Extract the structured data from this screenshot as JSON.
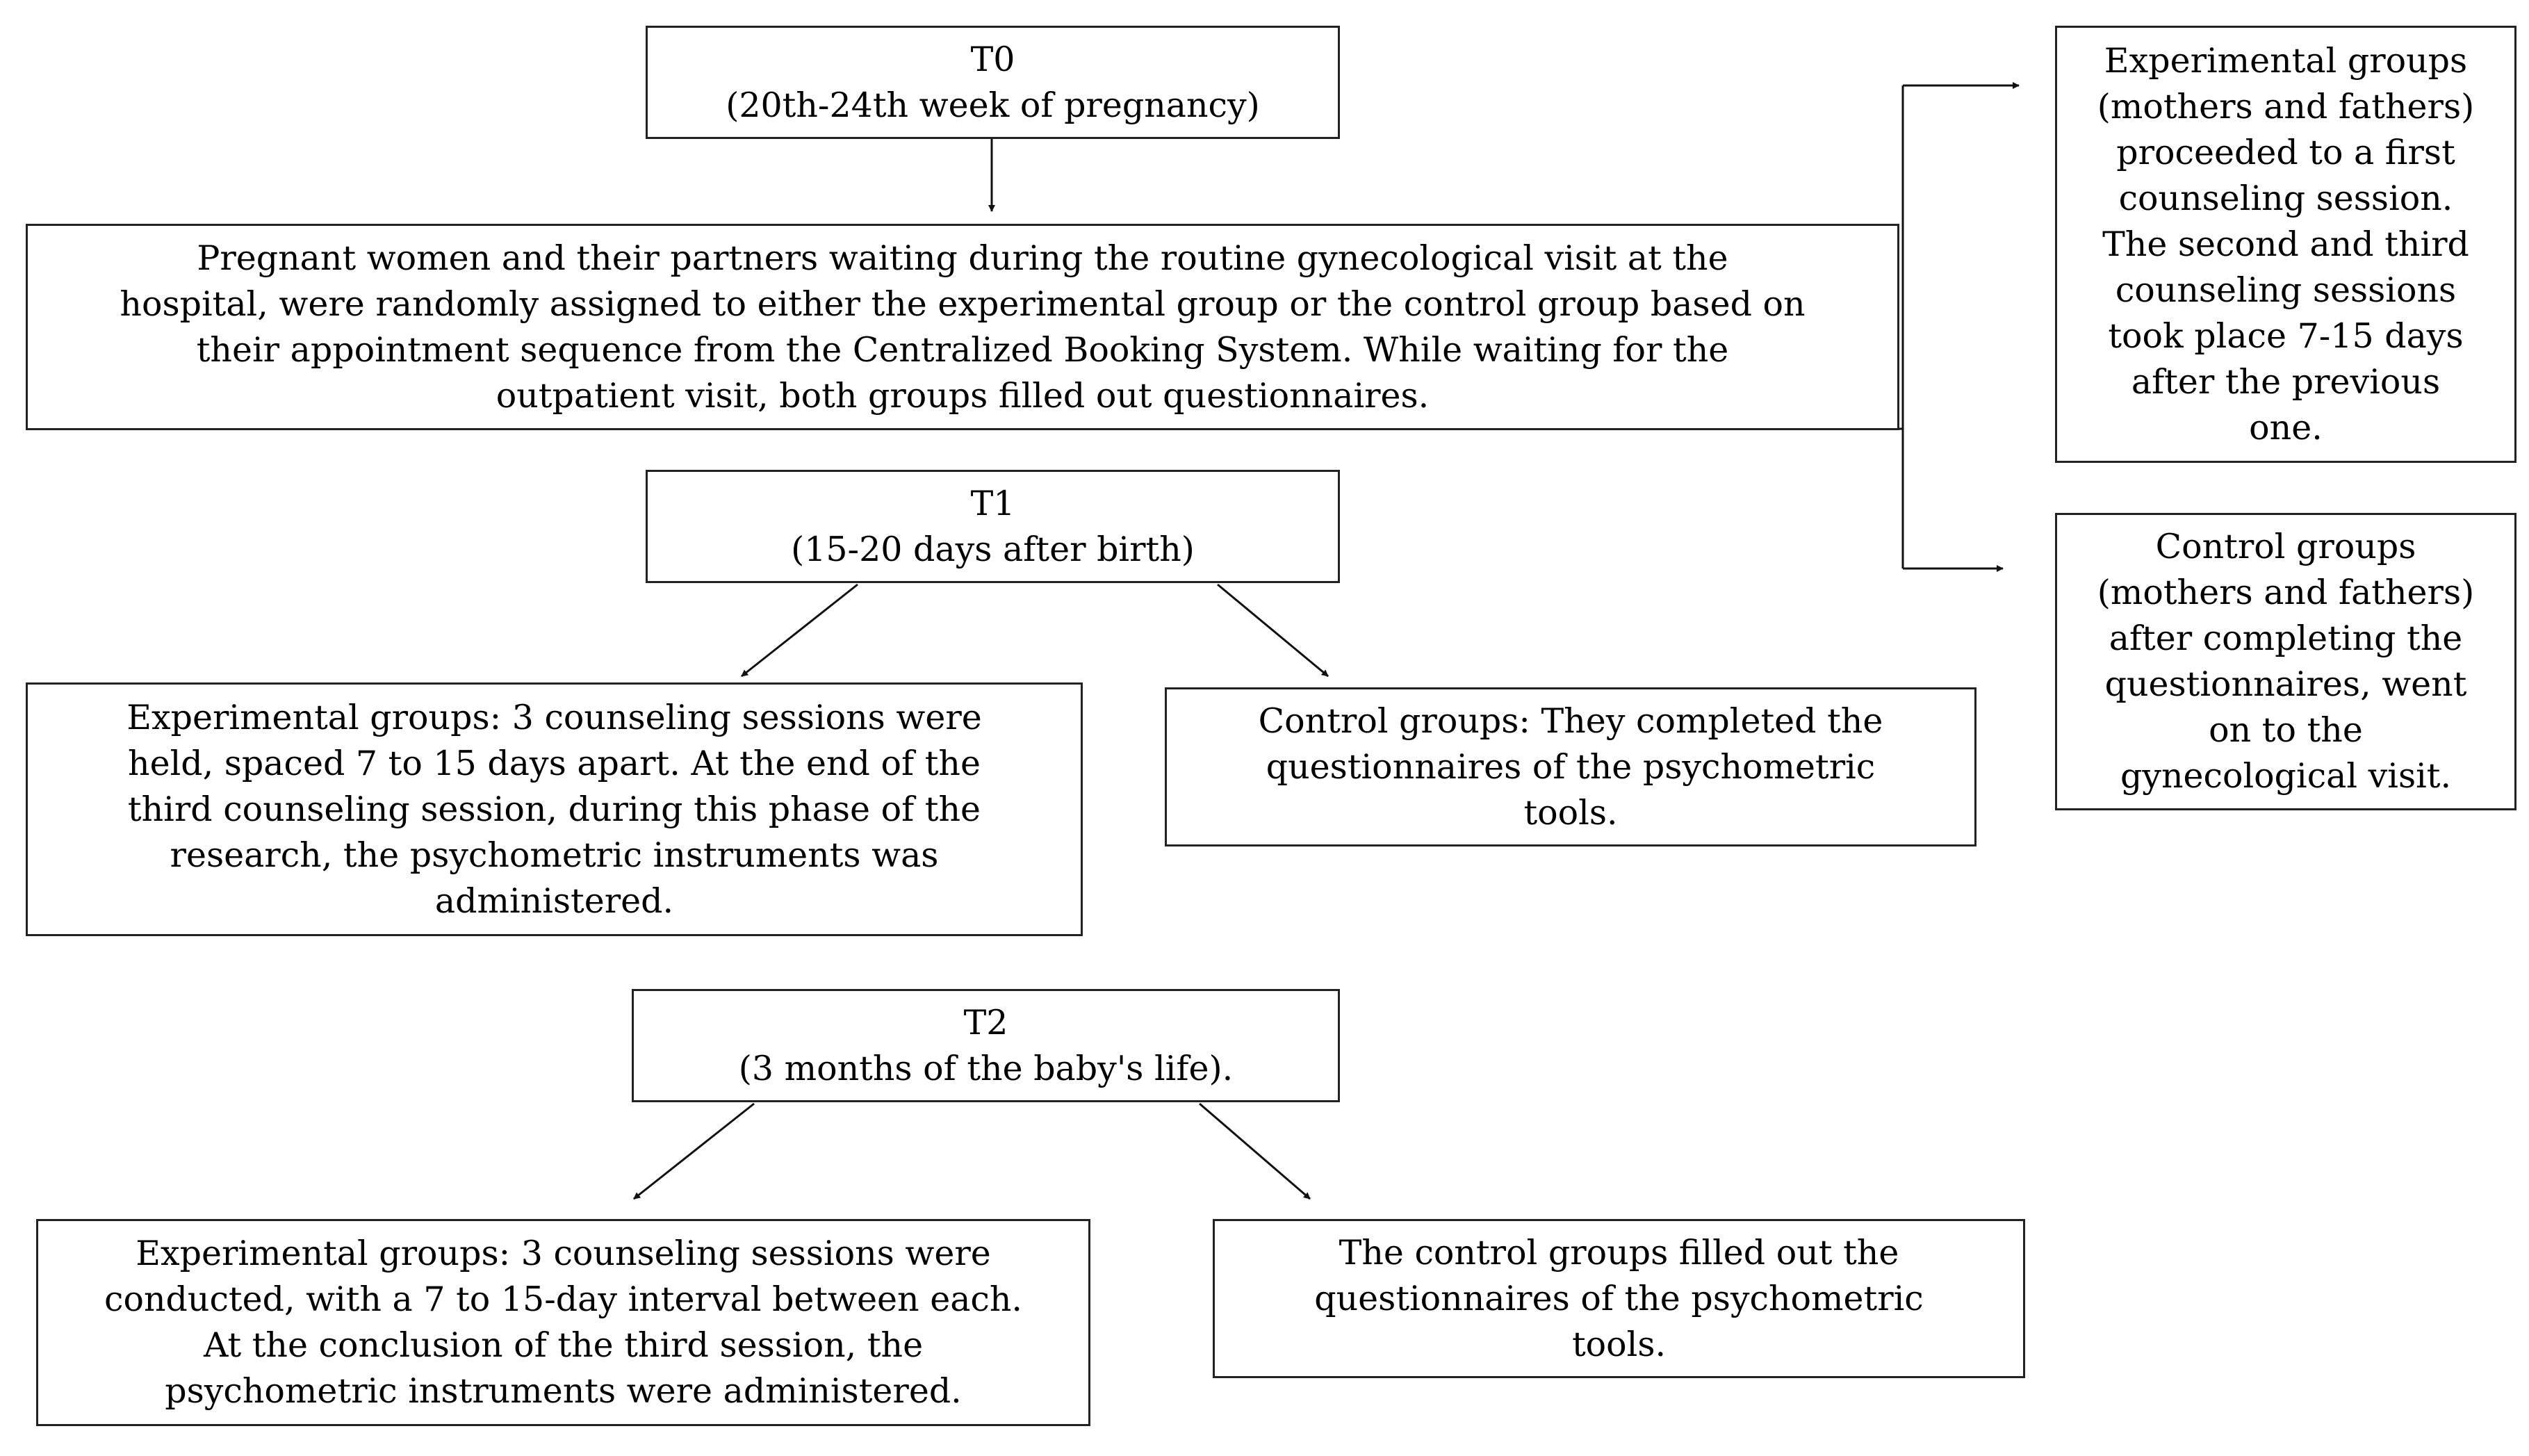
{
  "diagram": {
    "t0": {
      "lines": [
        "T0",
        "(20th-24th week of pregnancy)"
      ]
    },
    "assignment": {
      "lines": [
        "Pregnant women and their partners waiting during the routine gynecological visit at the",
        "hospital, were randomly assigned to either the experimental group or the control group based on",
        "their appointment sequence from the Centralized Booking System. While waiting for the",
        "outpatient visit, both groups filled out questionnaires."
      ]
    },
    "t0_experimental": {
      "lines": [
        "Experimental groups",
        "(mothers and fathers)",
        "proceeded to a first",
        "counseling session.",
        "The second and third",
        "counseling sessions",
        "took place 7-15 days",
        "after the previous",
        "one."
      ]
    },
    "t0_control": {
      "lines": [
        "Control groups",
        "(mothers and fathers)",
        "after completing the",
        "questionnaires, went",
        "on to the",
        "gynecological visit."
      ]
    },
    "t1": {
      "lines": [
        "T1",
        "(15-20 days after birth)"
      ]
    },
    "t1_experimental": {
      "lines": [
        "Experimental groups: 3 counseling sessions were",
        "held, spaced 7 to 15 days apart. At the end of the",
        "third counseling session, during this phase of the",
        "research, the psychometric instruments was",
        "administered."
      ]
    },
    "t1_control": {
      "lines": [
        "Control groups: They completed the",
        "questionnaires of the psychometric",
        "tools."
      ]
    },
    "t2": {
      "lines": [
        "T2",
        "(3 months of the baby's life)."
      ]
    },
    "t2_experimental": {
      "lines": [
        "Experimental groups:  3 counseling sessions were",
        "conducted, with a 7 to 15-day interval between each.",
        "At the conclusion of the third session, the",
        "psychometric instruments were administered."
      ]
    },
    "t2_control": {
      "lines": [
        "The control groups filled out the",
        "questionnaires of the psychometric",
        "tools."
      ]
    }
  }
}
